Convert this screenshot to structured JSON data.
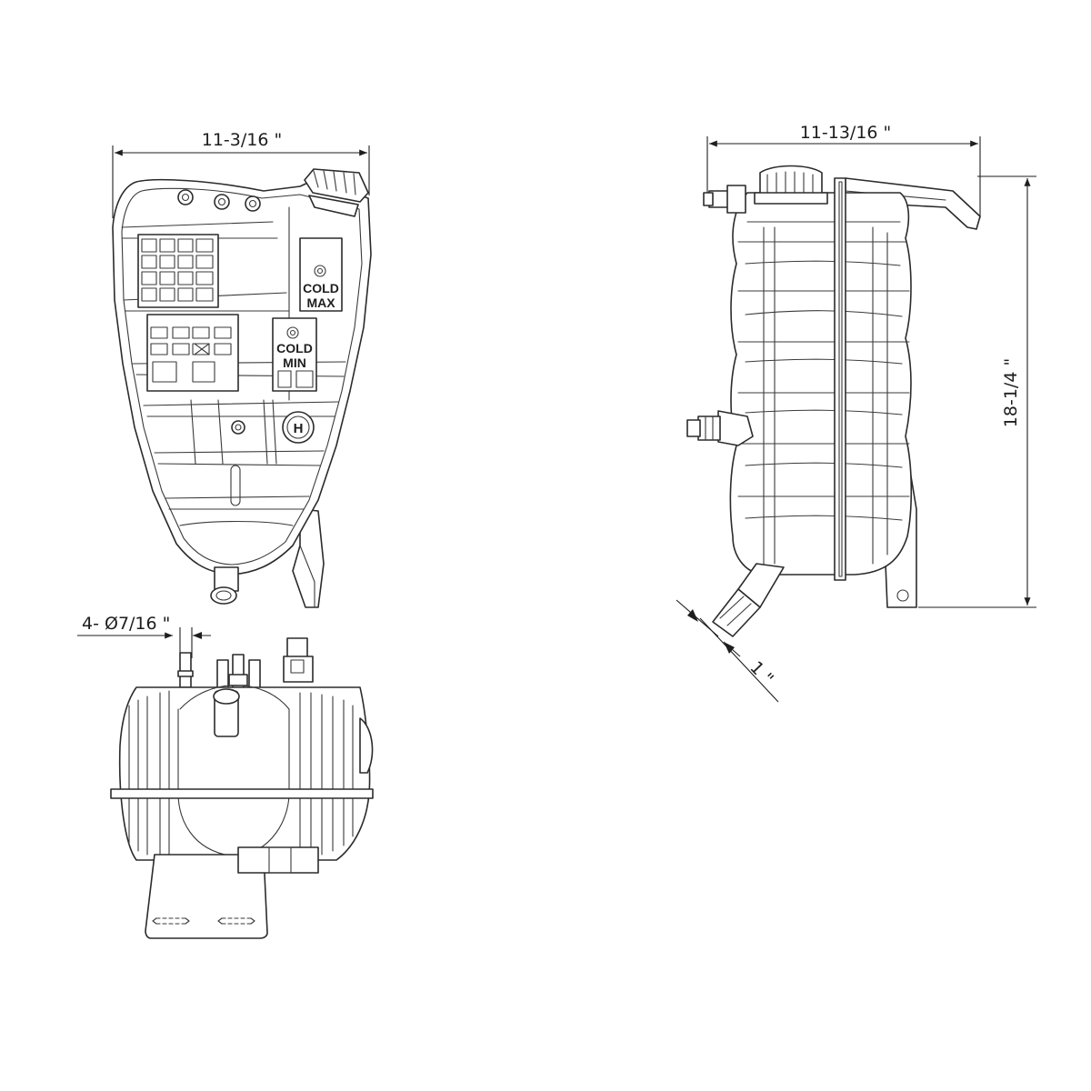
{
  "dimensions": {
    "front_width": "11-3/16 \"",
    "side_width": "11-13/16 \"",
    "side_height": "18-1/4 \"",
    "port_diameter": "4- Ø7/16 \"",
    "outlet_diameter": "1 \""
  },
  "labels": {
    "max_line1": "COLD",
    "max_line2": "MAX",
    "min_line1": "COLD",
    "min_line2": "MIN",
    "sensor": "H"
  }
}
